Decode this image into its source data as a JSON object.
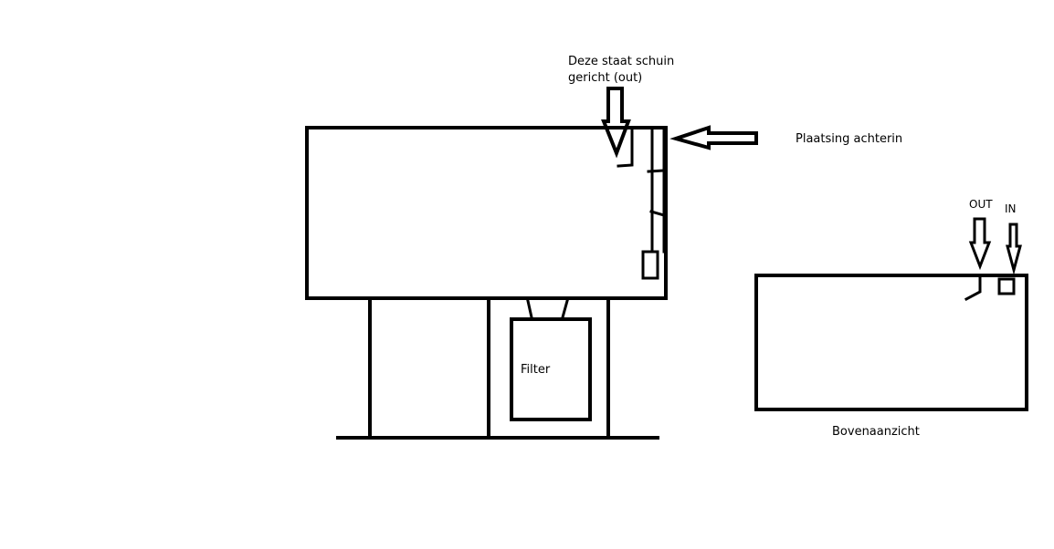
{
  "labels": {
    "outlet_note_line1": "Deze staat schuin",
    "outlet_note_line2": "gericht (out)",
    "placement": "Plaatsing achterin",
    "filter": "Filter",
    "out": "OUT",
    "in": "IN",
    "top_view": "Bovenaanzicht"
  },
  "colors": {
    "stroke": "#000000",
    "background": "#ffffff"
  }
}
